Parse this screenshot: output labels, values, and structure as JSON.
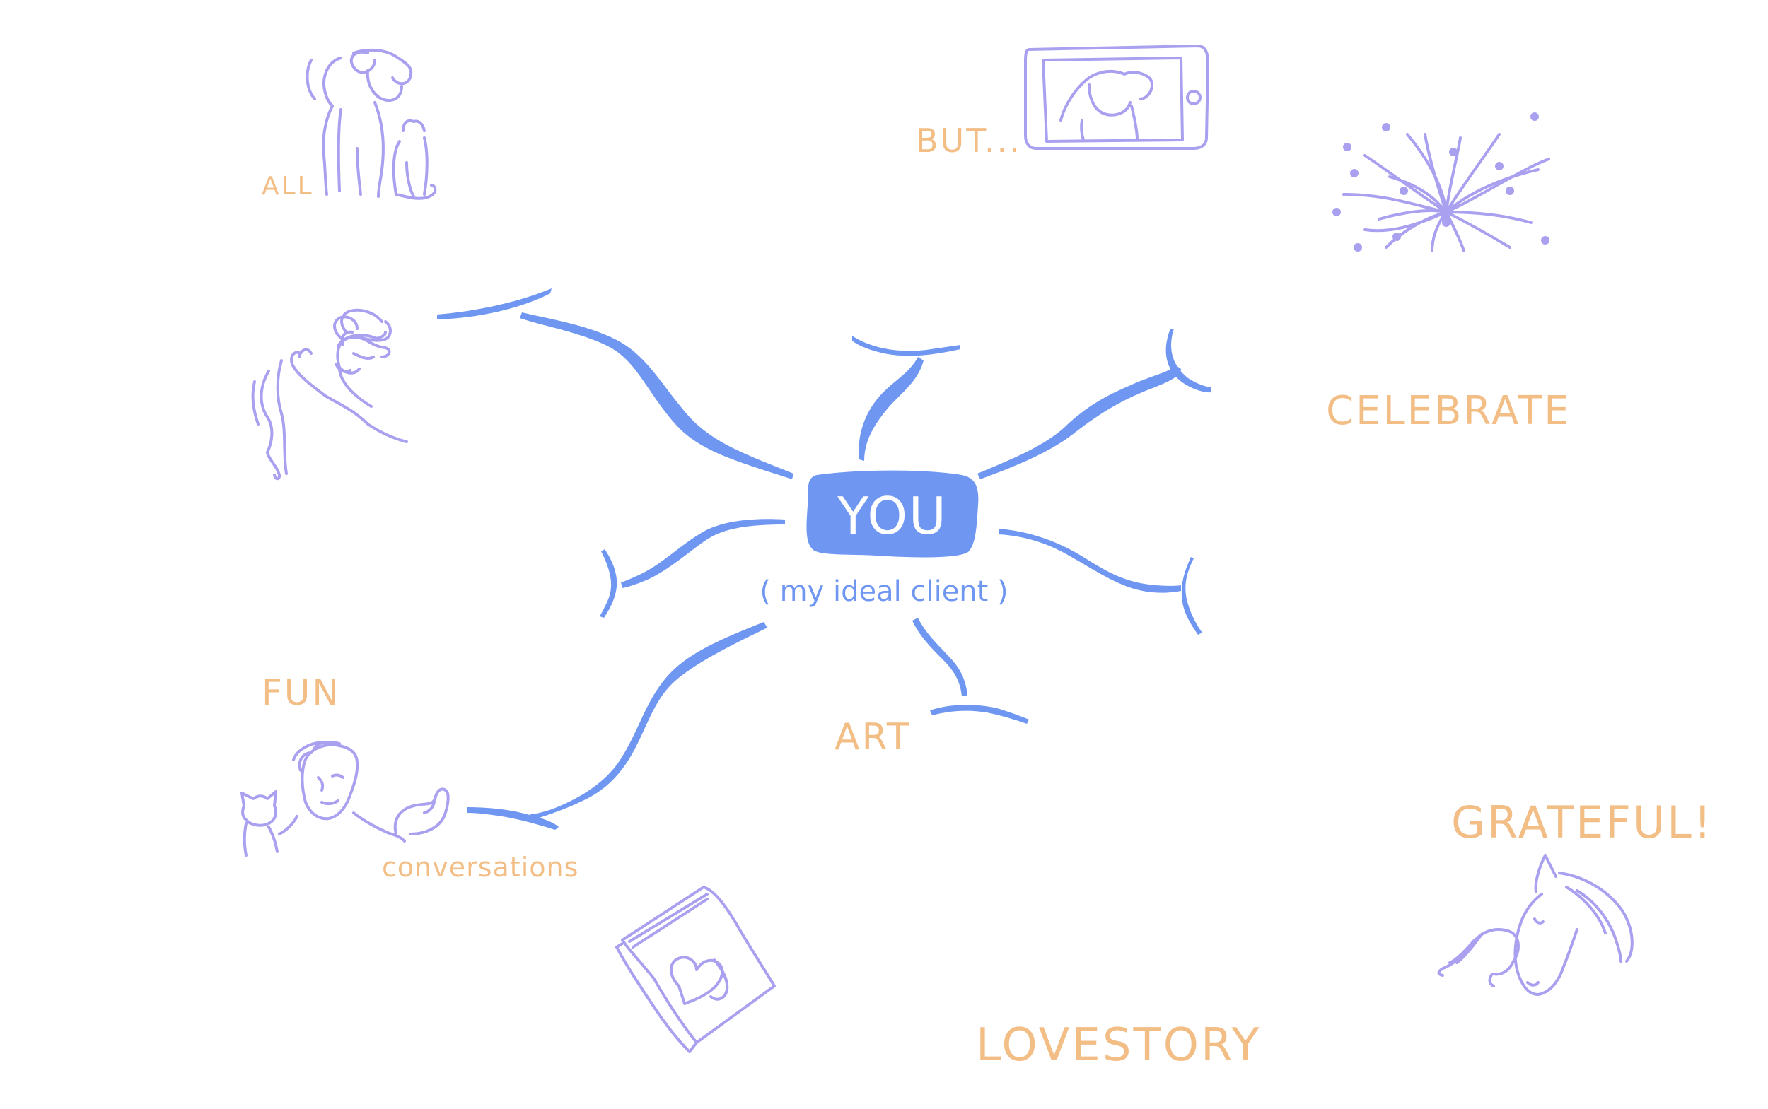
{
  "colors": {
    "branch": "#6F97F2",
    "center_fill": "#6F97F2",
    "center_text": "#FFFFFF",
    "label_text": "#F2BE86",
    "doodle": "#A9A0F0",
    "background": "#FFFFFF"
  },
  "center": {
    "title": "YOU",
    "subtitle": "( my ideal client )"
  },
  "labels": {
    "all": "ALL",
    "but": "BUT...",
    "celebrate": "CELEBRATE",
    "fun": "FUN",
    "art": "ART",
    "conversations": "conversations",
    "grateful": "GRATEFUL!",
    "lovestory": "LOVESTORY"
  },
  "icons": [
    "dog-and-cat-icon",
    "tablet-dog-photo-icon",
    "fireworks-icon",
    "howling-wolf-icon",
    "person-with-cat-icon",
    "photo-book-heart-icon",
    "horse-and-girl-icon"
  ]
}
